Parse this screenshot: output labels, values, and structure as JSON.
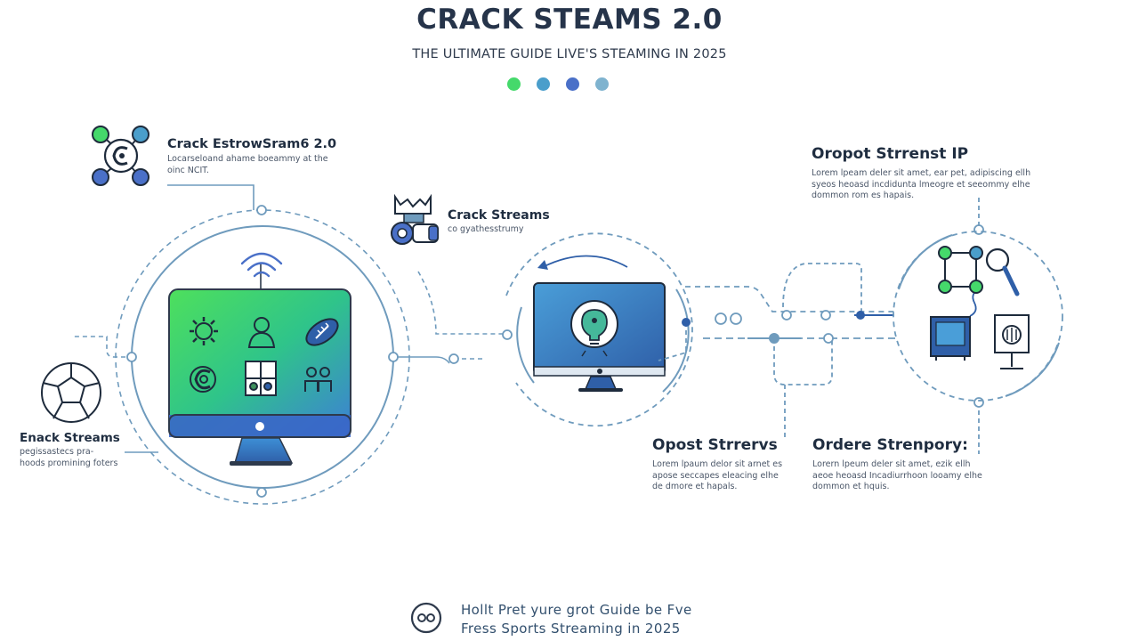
{
  "header": {
    "title": "CRACK STEAMS 2.0",
    "subtitle": "THE ULTIMATE GUIDE LIVE'S STEAMING IN 2025",
    "dots": [
      "#45d96b",
      "#4a9ecb",
      "#4a70c8",
      "#7fb3cf"
    ]
  },
  "callouts": {
    "top_left": {
      "title": "Crack EstrowSram6 2.0",
      "desc": [
        "Locarseloand ahame boeammy at the",
        "oinc NCIT."
      ]
    },
    "center_top": {
      "title": "Crack Streams",
      "desc": [
        "co gyathesstrumy"
      ]
    },
    "left": {
      "title": "Enack Streams",
      "desc": [
        "pegissastecs pra-",
        "hoods promining foters"
      ]
    },
    "top_right": {
      "title": "Oropot Strrenst IP",
      "desc": [
        "Lorem lpeam deler sit amet, ear pet, adipiscing ellh",
        "syeos heoasd incdidunta lmeogre et seeommy elhe",
        "dommon rom es hapais."
      ]
    },
    "bottom_mid": {
      "title": "Opost Strrervs",
      "desc": [
        "Lorem lpaum delor sit arnet es",
        "apose seccapes eleacing elhe",
        "de dmore et hapals."
      ]
    },
    "bottom_right": {
      "title": "Ordere Strenpory:",
      "desc": [
        "Lorern lpeum deler sit amet, ezik ellh",
        "aeoe heoasd Incadiurrhoon looamy elhe",
        "dommon et hquis."
      ]
    }
  },
  "footer": {
    "lines": [
      "Hollt Pret yure grot Guide be Fve",
      "Fress Sports Streaming in 2025"
    ]
  },
  "colors": {
    "line": "#6f9bbd",
    "dark_blue": "#2f5fa8",
    "green": "#45d96b",
    "screen_gradient": [
      "#4ee05c",
      "#3d7fd6"
    ]
  }
}
